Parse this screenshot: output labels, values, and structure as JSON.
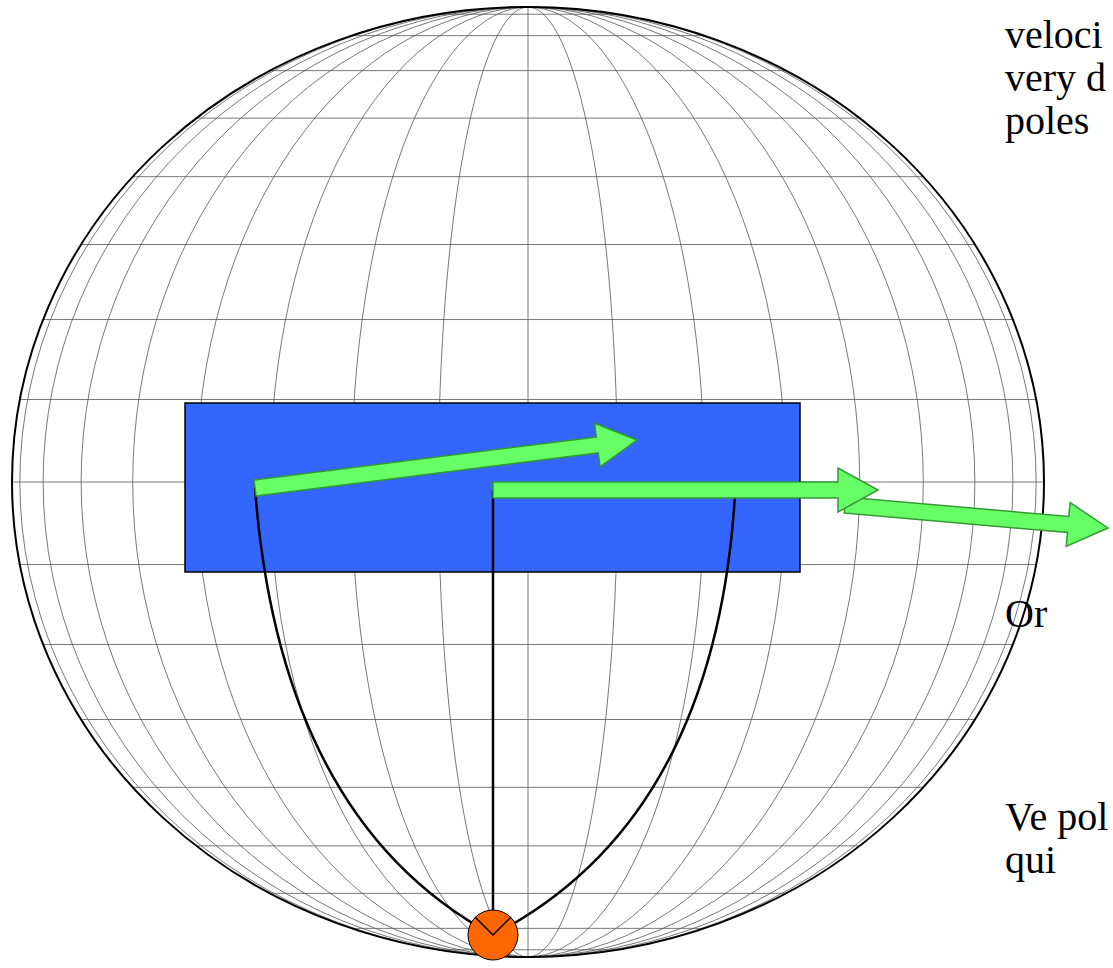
{
  "diagram": {
    "labels": [
      "veloci very d poles",
      "Or",
      "Ve pol qui"
    ]
  }
}
